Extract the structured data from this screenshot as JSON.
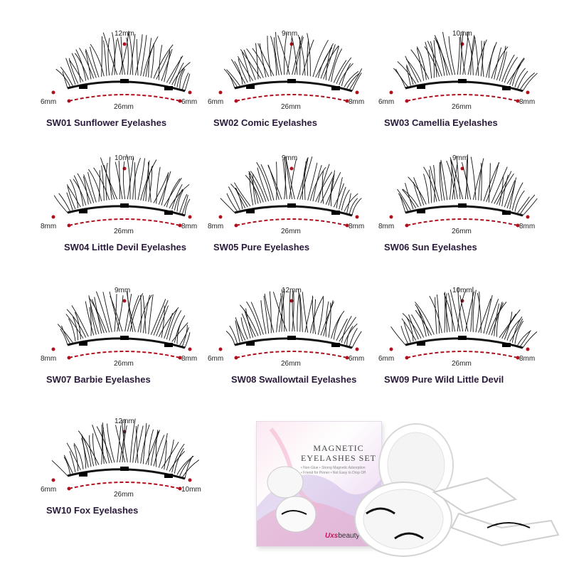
{
  "products": [
    {
      "code_name": "SW01 Sunflower Eyelashes",
      "top": "12mm",
      "left": "6mm",
      "right": "6mm",
      "width": "26mm"
    },
    {
      "code_name": "SW02 Comic Eyelashes",
      "top": "9mm",
      "left": "6mm",
      "right": "8mm",
      "width": "26mm"
    },
    {
      "code_name": "SW03 Camellia Eyelashes",
      "top": "10mm",
      "left": "6mm",
      "right": "8mm",
      "width": "26mm"
    },
    {
      "code_name": "SW04 Little Devil Eyelashes",
      "top": "10mm",
      "left": "8mm",
      "right": "8mm",
      "width": "26mm"
    },
    {
      "code_name": "SW05 Pure Eyelashes",
      "top": "9mm",
      "left": "8mm",
      "right": "8mm",
      "width": "26mm"
    },
    {
      "code_name": "SW06 Sun Eyelashes",
      "top": "9mm",
      "left": "8mm",
      "right": "8mm",
      "width": "26mm"
    },
    {
      "code_name": "SW07 Barbie Eyelashes",
      "top": "9mm",
      "left": "8mm",
      "right": "8mm",
      "width": "26mm"
    },
    {
      "code_name": "SW08 Swallowtail Eyelashes",
      "top": "12mm",
      "left": "6mm",
      "right": "6mm",
      "width": "26mm"
    },
    {
      "code_name": "SW09 Pure Wild Little Devil",
      "top": "10mm",
      "left": "6mm",
      "right": "8mm",
      "width": "26mm"
    },
    {
      "code_name": "SW10 Fox Eyelashes",
      "top": "12mm",
      "left": "6mm",
      "right": "10mm",
      "width": "26mm"
    }
  ],
  "package": {
    "title_line1": "MAGNETIC",
    "title_line2": "EYELASHES SET",
    "bullets": [
      "• Non-Glue  • Strong Magnetic Adsorption",
      "• Friend for Pinner  • Not Easy to Drop Off"
    ],
    "brand_u": "Uxs",
    "brand_rest": "beauty"
  },
  "colors": {
    "marker": "#b0101d",
    "lash": "#111111",
    "label": "#2a1a3a"
  }
}
